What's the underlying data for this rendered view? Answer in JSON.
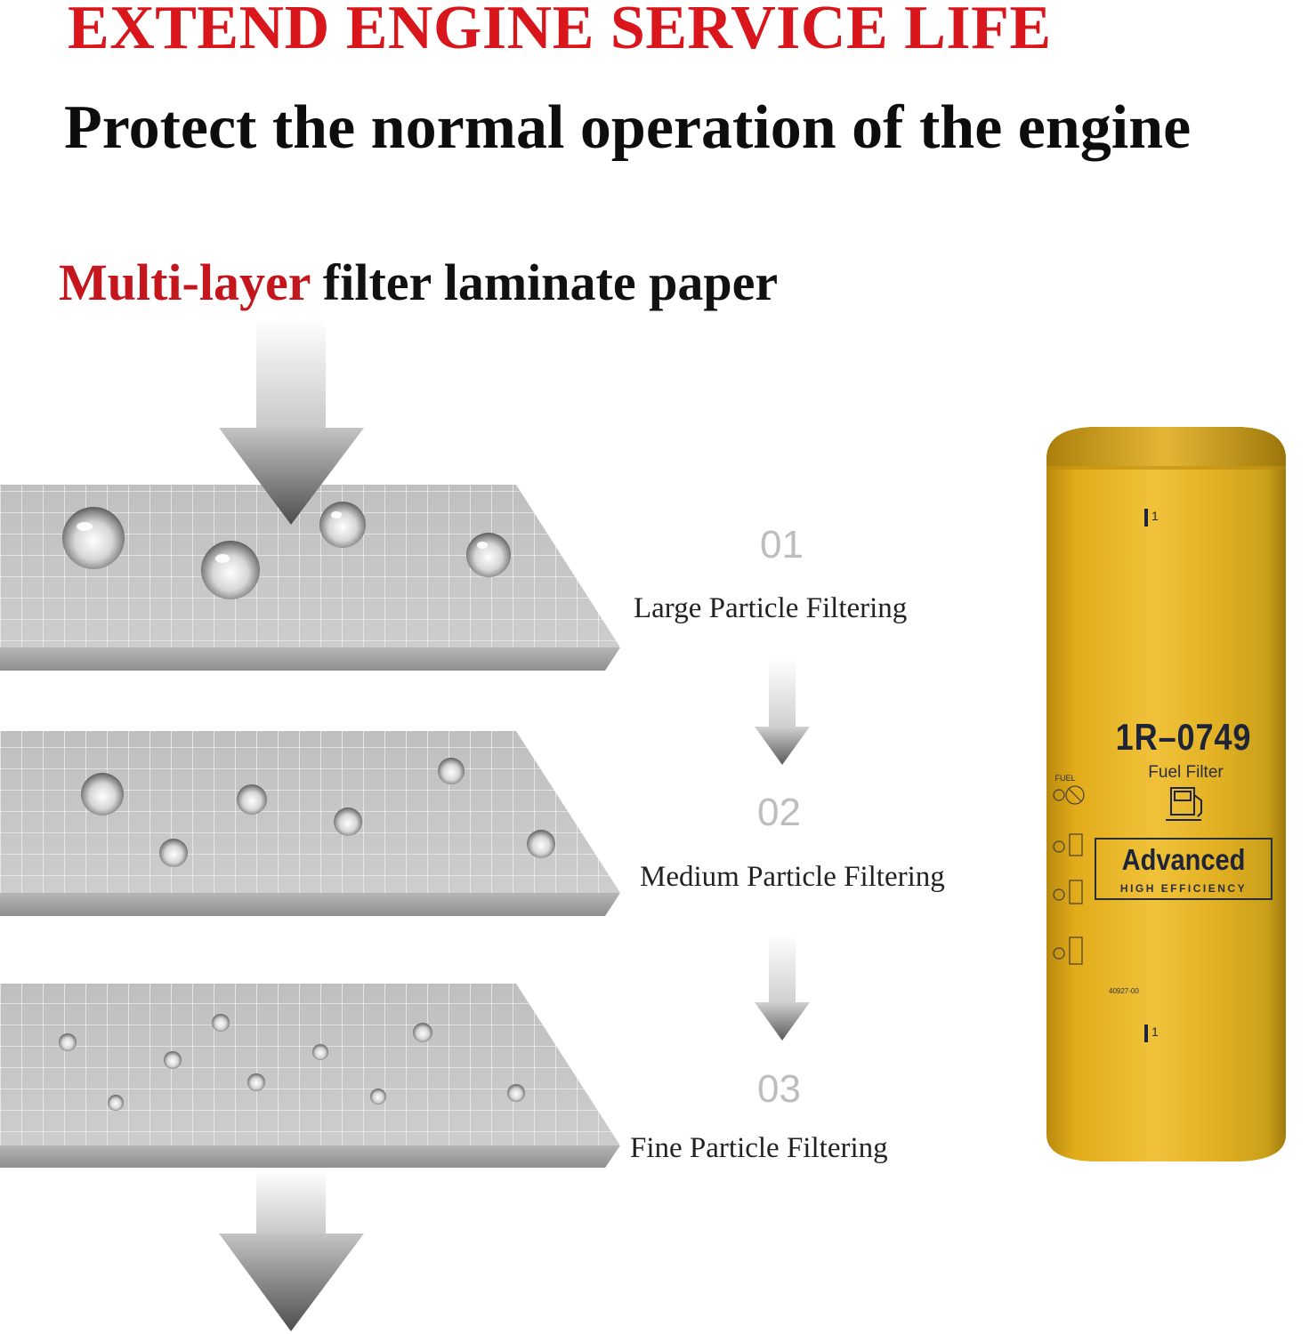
{
  "headline": "EXTEND ENGINE SERVICE LIFE",
  "subheadline": "Protect the normal operation of the engine",
  "section": {
    "highlight": "Multi-layer",
    "rest": " filter laminate paper"
  },
  "steps": [
    {
      "number": "01",
      "label": "Large Particle Filtering"
    },
    {
      "number": "02",
      "label": "Medium Particle Filtering"
    },
    {
      "number": "03",
      "label": "Fine Particle Filtering"
    }
  ],
  "product": {
    "part_number": "1R–0749",
    "type": "Fuel Filter",
    "badge_title": "Advanced",
    "badge_subtitle": "HIGH EFFICIENCY",
    "side_label": "FUEL",
    "code": "40927-00",
    "mark_top": "1",
    "mark_bottom": "1"
  },
  "colors": {
    "accent_red": "#d8161b",
    "filter_yellow": "#e9b21c",
    "layer_gray": "#c9c9c9"
  },
  "icons": [
    "down-arrow-icon",
    "fuel-pump-icon",
    "water-droplet-icon"
  ]
}
